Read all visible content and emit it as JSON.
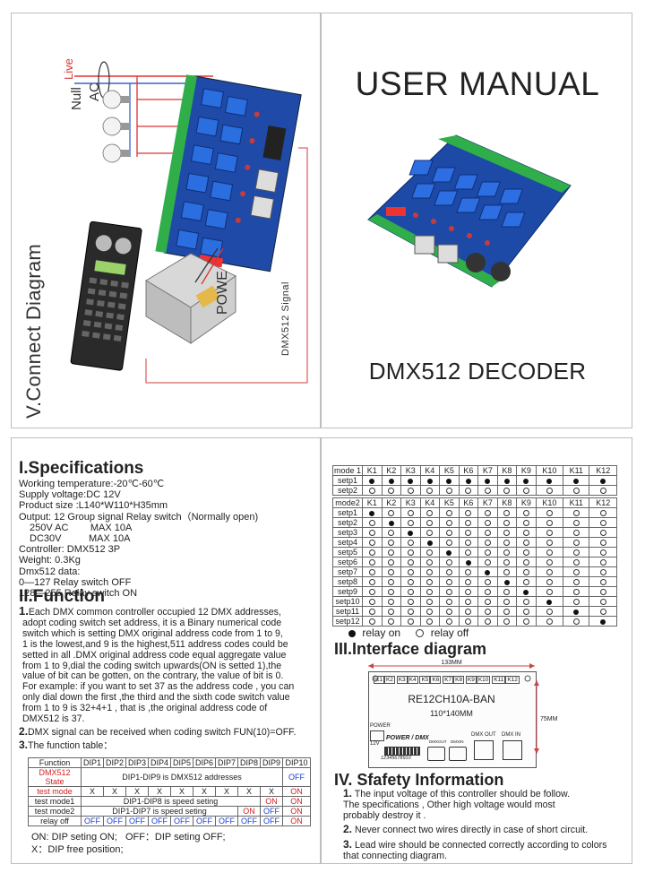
{
  "page1": {
    "title": "USER MANUAL",
    "subtitle": "DMX512 DECODER",
    "diagram_title": "V.Connect Diagram",
    "labels": {
      "live": "Live",
      "null": "Null",
      "ac": "AC",
      "power": "POWE",
      "signal": "DMX512 Signal"
    }
  },
  "specs": {
    "heading": "I.Specifications",
    "lines": [
      "Working temperature:-20℃-60℃",
      "Supply voltage:DC 12V",
      "Product size :L140*W110*H35mm",
      "Output: 12 Group signal Relay switch（Normally open)",
      "250V AC        MAX 10A",
      "DC30V          MAX 10A",
      "Controller: DMX512  3P",
      "Weight: 0.3Kg",
      "Dmx512 data:",
      "0—127  Relay switch OFF",
      "128—255   Relay switch ON"
    ]
  },
  "function": {
    "heading": "II.Function",
    "item1_num": "1.",
    "item1_lines": [
      "Each DMX common controller occupied 12 DMX addresses,",
      "adopt coding switch set address, it is a Binary numerical code",
      "switch which is setting DMX original address code from 1 to 9,",
      "1 is the lowest,and 9 is the highest,511 address codes  could be",
      "setted  in all .DMX original address code equal aggregate value",
      "from 1 to 9,dial the coding switch upwards(ON is setted 1),the",
      "value of bit can be  gotten, on the contrary, the value of bit is 0.",
      "For example: if you want to set 37 as the address code , you can",
      "only dial down the first ,the third and the  sixth code switch value",
      "from 1 to 9 is 32+4+1 , that is ,the original address  code of",
      "DMX512 is 37."
    ],
    "item2_num": "2.",
    "item2": "DMX signal can be received when coding switch FUN(10)=OFF.",
    "item3_num": "3.",
    "item3": "The function table：",
    "table": {
      "header": [
        "Function",
        "DIP1",
        "DIP2",
        "DIP3",
        "DIP4",
        "DIP5",
        "DIP6",
        "DIP7",
        "DIP8",
        "DIP9",
        "DIP10"
      ],
      "row_state": {
        "label": "DMX512 State",
        "span": "DIP1-DIP9 is DMX512 addresses",
        "last": "OFF"
      },
      "row_test": {
        "label": "test mode",
        "cells": [
          "X",
          "X",
          "X",
          "X",
          "X",
          "X",
          "X",
          "X",
          "X"
        ],
        "last": "ON"
      },
      "row_test1": {
        "label": "test mode1",
        "span": "DIP1-DIP8 is speed seting",
        "c9": "ON",
        "last": "ON"
      },
      "row_test2": {
        "label": "test mode2",
        "span": "DIP1-DIP7 is speed seting",
        "c8": "ON",
        "c9": "OFF",
        "last": "ON"
      },
      "row_off": {
        "label": "relay off",
        "cells": [
          "OFF",
          "OFF",
          "OFF",
          "OFF",
          "OFF",
          "OFF",
          "OFF",
          "OFF",
          "OFF"
        ],
        "last": "ON"
      }
    },
    "notes": [
      "ON: DIP seting ON;   OFF：DIP seting OFF;",
      "X：DIP free position;"
    ]
  },
  "mode1": {
    "header": [
      "mode 1",
      "K1",
      "K2",
      "K3",
      "K4",
      "K5",
      "K6",
      "K7",
      "K8",
      "K9",
      "K10",
      "K11",
      "K12"
    ],
    "rows": [
      "setp1",
      "setp2"
    ]
  },
  "mode2": {
    "header": [
      "mode2",
      "K1",
      "K2",
      "K3",
      "K4",
      "K5",
      "K6",
      "K7",
      "K8",
      "K9",
      "K10",
      "K11",
      "K12"
    ],
    "rows": [
      "setp1",
      "setp2",
      "setp3",
      "setp4",
      "setp5",
      "setp6",
      "setp7",
      "setp8",
      "setp9",
      "setp10",
      "setp11",
      "setp12"
    ]
  },
  "legend": {
    "on": "relay on",
    "off": "relay off"
  },
  "interface": {
    "heading": "III.Interface diagram",
    "model": "RE12CH10A-BAN",
    "size": "110*140MM",
    "width_dim": "133MM",
    "height_dim": "75MM",
    "relay_labels": [
      "K1",
      "K2",
      "K3",
      "K4",
      "K5",
      "K6",
      "K7",
      "K8",
      "K9",
      "K10",
      "K11",
      "K12"
    ],
    "power_label": "POWER",
    "v12": "12V",
    "power_dmx": "POWER / DMX",
    "dip_numbers": "12345678910",
    "dmx_out": "DMX OUT",
    "dmx_in": "DMX IN",
    "port_out": "DMXOUT",
    "port_in": "DMXIN"
  },
  "safety": {
    "heading": "IV. Sfafety Information",
    "items": [
      {
        "num": "1.",
        "lines": [
          "The input voltage of this controller should be follow.",
          "The specifications , Other high voltage would most",
          "probably destroy it ."
        ]
      },
      {
        "num": "2.",
        "lines": [
          "Never connect two wires directly in case of short circuit."
        ]
      },
      {
        "num": "3.",
        "lines": [
          "Lead wire should be connected correctly according to colors",
          "that connecting diagram."
        ]
      }
    ]
  }
}
